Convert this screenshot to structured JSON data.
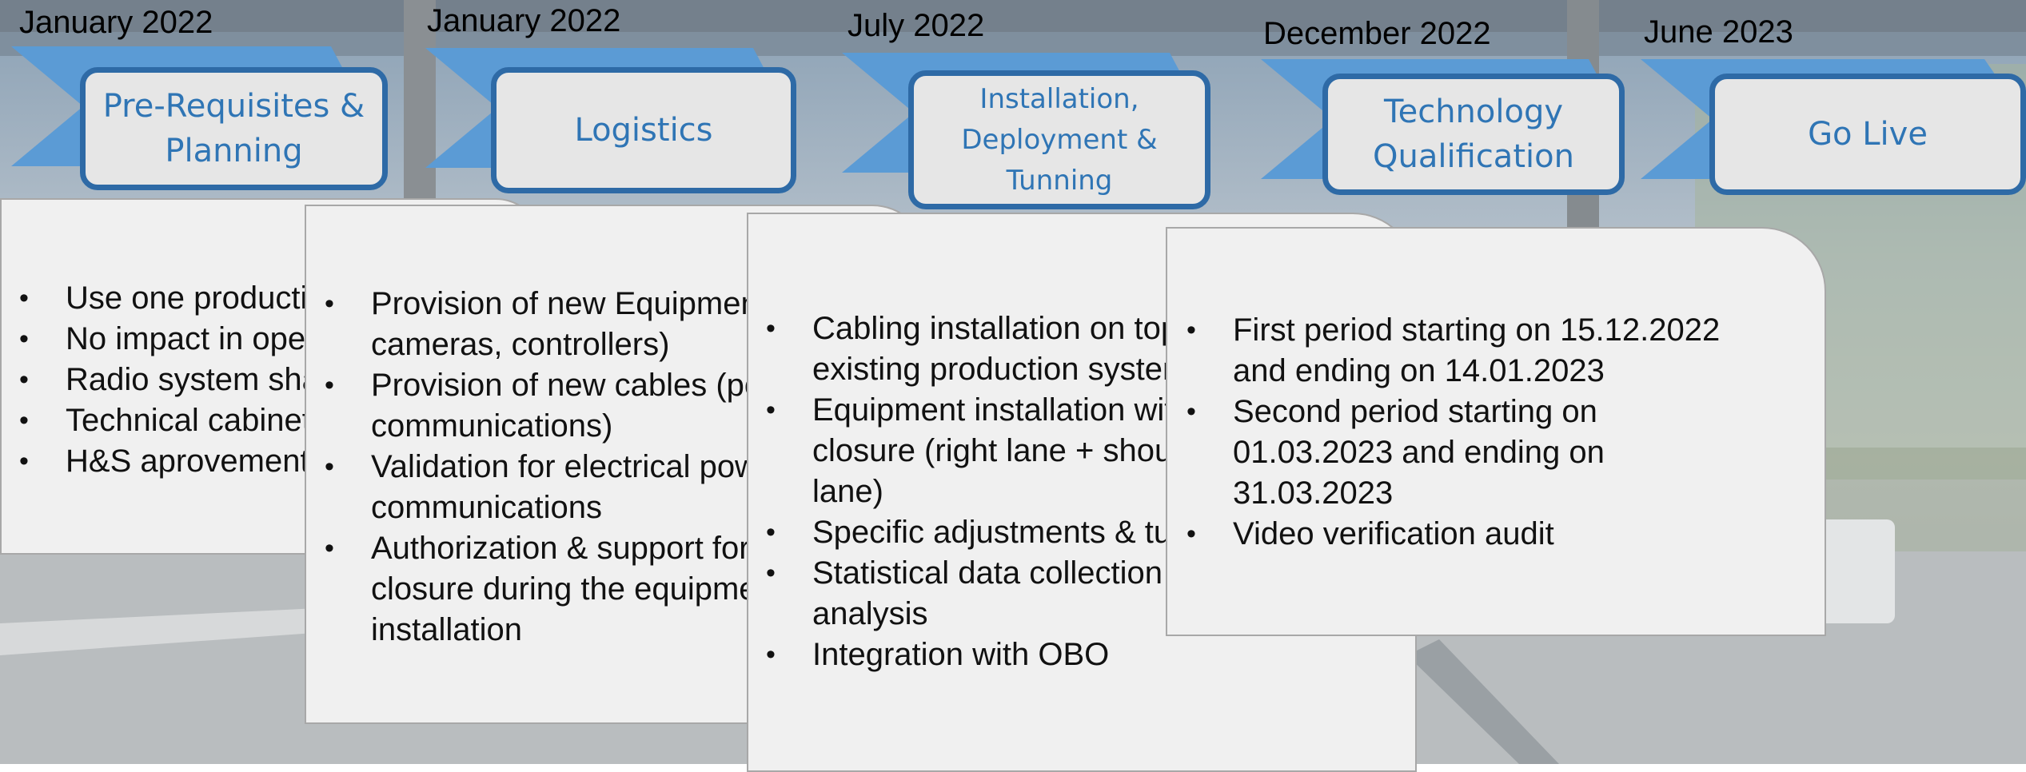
{
  "colors": {
    "accent": "#2f75b5",
    "chevron": "#5b9bd5",
    "box_border": "#2e6aa6",
    "card_bg": "#f0f0f0"
  },
  "phases": [
    {
      "date": "January 2022",
      "title": "Pre-Requisites &\nPlanning",
      "items": [
        "Use one production lane of toll station",
        "No impact in operations",
        "Radio system shall be functional",
        "Technical cabinet space",
        "H&S aprovement"
      ]
    },
    {
      "date": "January 2022",
      "title": "Logistics",
      "items": [
        "Provision of new Equipment (sensors,",
        "cameras, controllers)",
        "Provision of new cables (power &",
        "communications)",
        "Validation for electrical power &",
        "communications",
        "Authorization & support for lane",
        "closure during the equipment",
        "installation"
      ]
    },
    {
      "date": "July 2022",
      "title": "Installation,\nDeployment  &\nTunning",
      "items": [
        "Cabling installation on top of the",
        "existing production system",
        "Equipment installation with lane",
        "closure (right lane + shoulder",
        "lane)",
        "Specific adjustments & tuning",
        "Statistical data collection and",
        "analysis",
        "Integration with OBO"
      ]
    },
    {
      "date": "December 2022",
      "title": "Technology\nQualification",
      "items": [
        "First period starting on 15.12.2022",
        "and ending on 14.01.2023",
        "Second period starting on",
        "01.03.2023 and ending on",
        "31.03.2023",
        "Video verification audit"
      ]
    },
    {
      "date": "June 2023",
      "title": "Go Live",
      "items": []
    }
  ]
}
